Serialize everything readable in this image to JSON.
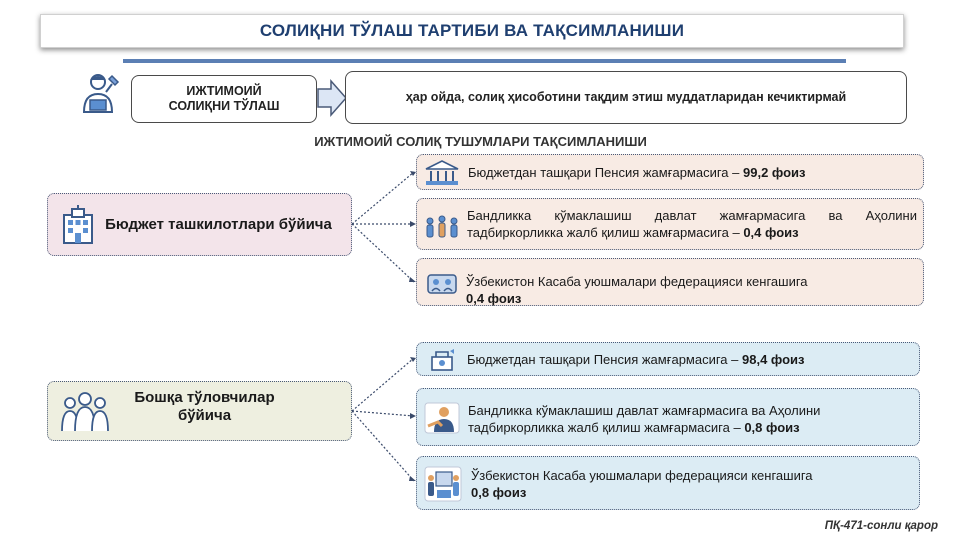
{
  "title": "СОЛИҚНИ ТЎЛАШ ТАРТИБИ ВА ТАҚСИМЛАНИШИ",
  "payment": {
    "label": "ИЖТИМОИЙ СОЛИҚНИ ТЎЛАШ",
    "description": "ҳар ойда, солиқ ҳисоботини тақдим этиш муддатларидан кечиктирмай"
  },
  "subtitle": "ИЖТИМОИЙ СОЛИҚ ТУШУМЛАРИ ТАҚСИМЛАНИШИ",
  "groups": [
    {
      "label": "Бюджет ташкилотлари бўйича",
      "icon": "building-icon",
      "items": [
        {
          "text": "Бюджетдан ташқари Пенсия жамғармасига – ",
          "value": "99,2 фоиз",
          "icon": "bank-icon"
        },
        {
          "text": "Бандликка кўмаклашиш давлат жамғармасига ва Аҳолини тадбиркорликка жалб қилиш жамғармасига – ",
          "value": "0,4 фоиз",
          "icon": "people-icon"
        },
        {
          "text": "Ўзбекистон Касаба уюшмалари федерацияси кенгашига ",
          "value": "0,4 фоиз",
          "icon": "union-icon"
        }
      ]
    },
    {
      "label": "Бошқа тўловчилар бўйича",
      "icon": "group-icon",
      "items": [
        {
          "text": "Бюджетдан ташқари Пенсия жамғармасига – ",
          "value": "98,4 фоиз",
          "icon": "pension-icon"
        },
        {
          "text": "Бандликка кўмаклашиш давлат жамғармасига ва Аҳолини тадбиркорликка жалб қилиш жамғармасига  – ",
          "value": "0,8 фоиз",
          "icon": "handshake-icon"
        },
        {
          "text": "Ўзбекистон Касаба уюшмалари федерацияси кенгашига ",
          "value": "0,8 фоиз",
          "icon": "presentation-icon"
        }
      ]
    }
  ],
  "footer": "ПҚ-471-сонли қарор"
}
